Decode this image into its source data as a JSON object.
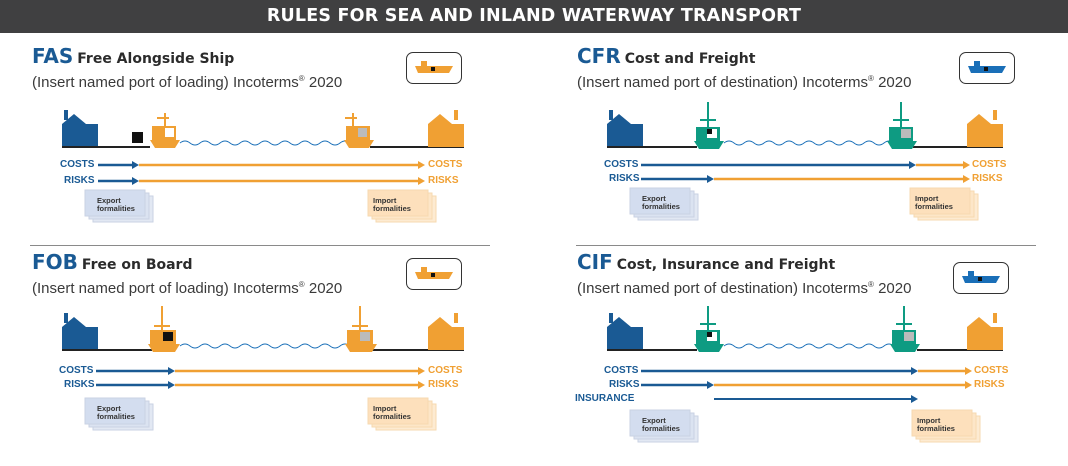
{
  "header": {
    "title": "RULES FOR SEA AND INLAND WATERWAY TRANSPORT"
  },
  "colors": {
    "seller": "#1a5a94",
    "buyer": "#f0a033",
    "vessel_fob": "#f0a033",
    "vessel_cfr": "#0e9b82",
    "ship_cfr": "#1a6fb8"
  },
  "panels": {
    "fas": {
      "code": "FAS",
      "name": "Free Alongside Ship",
      "subtitle": "(Insert named port of loading) Incoterms",
      "year": "2020",
      "costs_left": "COSTS",
      "risks_left": "RISKS",
      "costs_right": "COSTS",
      "risks_right": "RISKS",
      "export_line1": "Export",
      "export_line2": "formalities",
      "import_line1": "Import",
      "import_line2": "formalities"
    },
    "cfr": {
      "code": "CFR",
      "name": "Cost and Freight",
      "subtitle": "(Insert named port of destination) Incoterms",
      "year": "2020",
      "costs_left": "COSTS",
      "risks_left": "RISKS",
      "costs_right": "COSTS",
      "risks_right": "RISKS",
      "export_line1": "Export",
      "export_line2": "formalities",
      "import_line1": "Import",
      "import_line2": "formalities"
    },
    "fob": {
      "code": "FOB",
      "name": "Free on Board",
      "subtitle": "(Insert named port of loading) Incoterms",
      "year": "2020",
      "costs_left": "COSTS",
      "risks_left": "RISKS",
      "costs_right": "COSTS",
      "risks_right": "RISKS",
      "export_line1": "Export",
      "export_line2": "formalities",
      "import_line1": "Import",
      "import_line2": "formalities"
    },
    "cif": {
      "code": "CIF",
      "name": "Cost, Insurance and Freight",
      "subtitle": "(Insert named port of destination) Incoterms",
      "year": "2020",
      "costs_left": "COSTS",
      "risks_left": "RISKS",
      "insurance_left": "INSURANCE",
      "costs_right": "COSTS",
      "risks_right": "RISKS",
      "export_line1": "Export",
      "export_line2": "formalities",
      "import_line1": "Import",
      "import_line2": "formalities"
    }
  },
  "registered_mark": "®"
}
